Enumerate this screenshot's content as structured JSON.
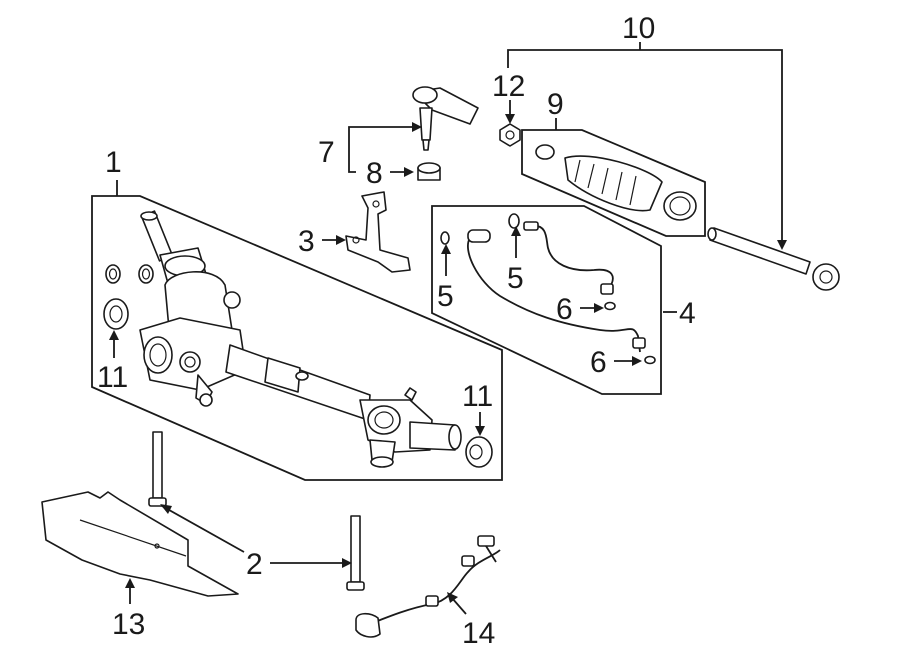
{
  "diagram": {
    "type": "exploded-parts-diagram",
    "colors": {
      "line": "#1a1a1a",
      "background": "#ffffff"
    },
    "callouts": [
      {
        "id": "c1",
        "text": "1"
      },
      {
        "id": "c2",
        "text": "2"
      },
      {
        "id": "c3",
        "text": "3"
      },
      {
        "id": "c4",
        "text": "4"
      },
      {
        "id": "c5a",
        "text": "5"
      },
      {
        "id": "c5b",
        "text": "5"
      },
      {
        "id": "c6a",
        "text": "6"
      },
      {
        "id": "c6b",
        "text": "6"
      },
      {
        "id": "c7",
        "text": "7"
      },
      {
        "id": "c8",
        "text": "8"
      },
      {
        "id": "c9",
        "text": "9"
      },
      {
        "id": "c10",
        "text": "10"
      },
      {
        "id": "c11a",
        "text": "11"
      },
      {
        "id": "c11b",
        "text": "11"
      },
      {
        "id": "c12",
        "text": "12"
      },
      {
        "id": "c13",
        "text": "13"
      },
      {
        "id": "c14",
        "text": "14"
      }
    ]
  }
}
